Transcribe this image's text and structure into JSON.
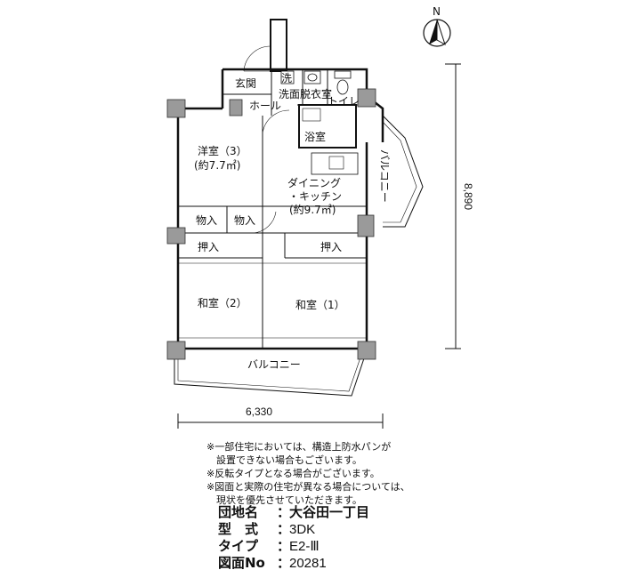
{
  "compass": {
    "north_label": "N"
  },
  "rooms": {
    "genkan": "玄関",
    "sen": "洗",
    "senmen": "洗面脱衣室",
    "hall": "ホール",
    "toilet": "トイレ",
    "yokushitsu": "浴室",
    "youshitsu_name": "洋室（3）",
    "youshitsu_area": "(約7.7㎡)",
    "dk_line1": "ダイニング",
    "dk_line2": "・キッチン",
    "dk_area": "(約9.7㎡)",
    "balcony_side": "バルコニー",
    "monoire1": "物入",
    "monoire2": "物入",
    "oshiire1": "押入",
    "oshiire2": "押入",
    "washitsu2": "和室（2）",
    "washitsu1": "和室（1）",
    "balcony_bottom": "バルコニー"
  },
  "dimensions": {
    "height": "8,890",
    "width": "6,330"
  },
  "notes": [
    "※一部住宅においては、構造上防水パンが",
    "設置できない場合もございます。",
    "※反転タイプとなる場合がございます。",
    "※図面と実際の住宅が異なる場合については、",
    "現状を優先させていただきます。"
  ],
  "info": {
    "complex_label": "団地名",
    "complex_value": "大谷田一丁目",
    "type_label": "型　式",
    "type_value": "3DK",
    "subtype_label": "タイプ",
    "subtype_value": "E2-Ⅲ",
    "drawing_label": "図面No",
    "drawing_value": "20281",
    "separator": "："
  }
}
